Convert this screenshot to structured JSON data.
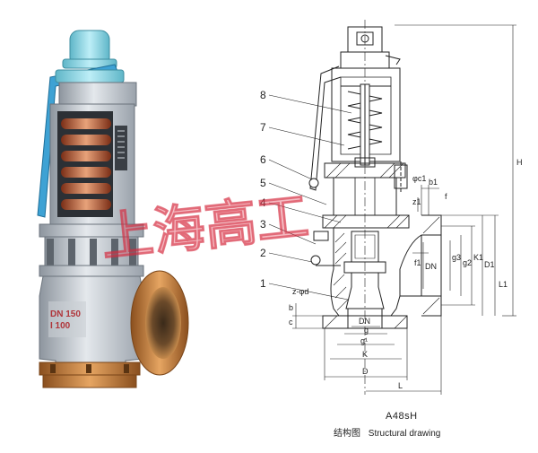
{
  "figure": {
    "model": "A48sH",
    "caption_cn": "结构图",
    "caption_en": "Structural drawing",
    "watermark": "上海高工"
  },
  "photo": {
    "body_plate_line1": "DN 150",
    "body_plate_line2": "I 100"
  },
  "part_numbers": [
    "1",
    "2",
    "3",
    "4",
    "5",
    "6",
    "7",
    "8"
  ],
  "dimension_labels": {
    "H": "H",
    "L1": "L1",
    "L": "L",
    "D": "D",
    "K": "K",
    "g1": "g¹",
    "g": "g",
    "DN_bottom": "DN",
    "DN_outlet": "DN",
    "D1": "D1",
    "K1": "K1",
    "g2": "g2",
    "g3": "g3",
    "f1": "f1",
    "b1": "b1",
    "f": "f",
    "phi_c1": "φc1",
    "z1": "z1",
    "z_phi_d": "z-φd",
    "b": "b",
    "c": "c"
  },
  "colors": {
    "body_gray": "#b9c0c8",
    "cap_blue": "#8fd6e4",
    "lever_blue": "#3ea2d4",
    "spring_copper": "#b55a34",
    "flange_bronze": "#c07a3c",
    "line": "#222222",
    "watermark": "#e03c50"
  }
}
